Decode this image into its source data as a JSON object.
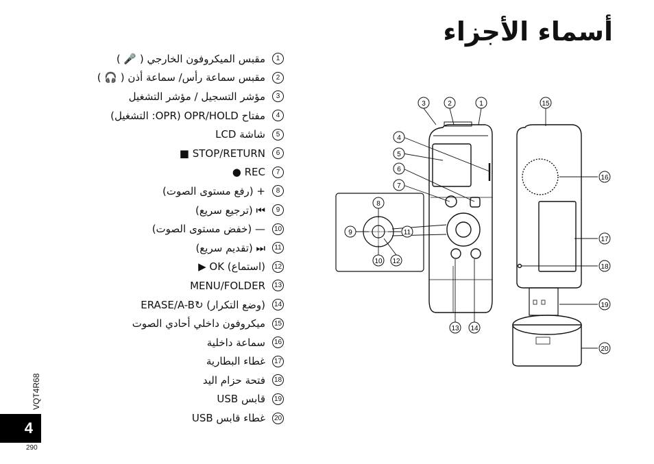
{
  "title": "أسماء الأجزاء",
  "parts": [
    {
      "num": "1",
      "label": "مقبس الميكروفون الخارجي ( 🎤 )"
    },
    {
      "num": "2",
      "label": "مقبس سماعة رأس/ سماعة أذن ( 🎧 )"
    },
    {
      "num": "3",
      "label": "مؤشر التسجيل / مؤشر التشغيل"
    },
    {
      "num": "4",
      "label": "مفتاح OPR/HOLD (OPR: التشغيل)"
    },
    {
      "num": "5",
      "label": "شاشة LCD"
    },
    {
      "num": "6",
      "label": "■ STOP/RETURN"
    },
    {
      "num": "7",
      "label": "● REC"
    },
    {
      "num": "8",
      "label": "+ (رفع مستوى الصوت)"
    },
    {
      "num": "9",
      "label": "⏮ (ترجيع سريع)"
    },
    {
      "num": "10",
      "label": "— (خفض مستوى الصوت)"
    },
    {
      "num": "11",
      "label": "⏭ (تقديم سريع)"
    },
    {
      "num": "12",
      "label": "▶ OK (استماع)"
    },
    {
      "num": "13",
      "label": "MENU/FOLDER"
    },
    {
      "num": "14",
      "label": "ERASE/A-B↻ (وضع التكرار)"
    },
    {
      "num": "15",
      "label": "ميكروفون داخلي أحادي الصوت"
    },
    {
      "num": "16",
      "label": "سماعة داخلية"
    },
    {
      "num": "17",
      "label": "غطاء البطارية"
    },
    {
      "num": "18",
      "label": "فتحة حزام اليد"
    },
    {
      "num": "19",
      "label": "قابس USB"
    },
    {
      "num": "20",
      "label": "غطاء قابس USB"
    }
  ],
  "side_code": "VQT4R68",
  "page_number": "4",
  "footer_number": "290",
  "callouts": {
    "c1": "1",
    "c2": "2",
    "c3": "3",
    "c4": "4",
    "c5": "5",
    "c6": "6",
    "c7": "7",
    "c8": "8",
    "c9": "9",
    "c10": "10",
    "c11": "11",
    "c12": "12",
    "c13": "13",
    "c14": "14",
    "c15": "15",
    "c16": "16",
    "c17": "17",
    "c18": "18",
    "c19": "19",
    "c20": "20"
  }
}
